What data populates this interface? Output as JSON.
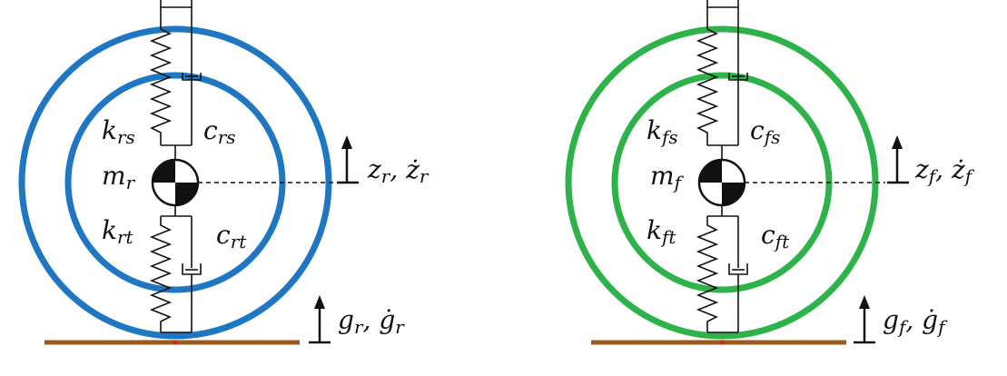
{
  "colors": {
    "rear_wheel": "#1f77c4",
    "front_wheel": "#2db34a",
    "ground": "#9c5a1c",
    "lines": "#111111",
    "contact_point": "#d62020"
  },
  "rear": {
    "spring_upper": {
      "main": "k",
      "sub": "rs"
    },
    "damper_upper": {
      "main": "c",
      "sub": "rs"
    },
    "mass": {
      "main": "m",
      "sub": "r"
    },
    "spring_lower": {
      "main": "k",
      "sub": "rt"
    },
    "damper_lower": {
      "main": "c",
      "sub": "rt"
    },
    "displacement": {
      "z_main": "z",
      "z_sub": "r",
      "sep": ",",
      "zdot_main": "ż",
      "zdot_sub": "r"
    },
    "road_input": {
      "g_main": "g",
      "g_sub": "r",
      "sep": ",",
      "gdot_main": "ġ",
      "gdot_sub": "r"
    }
  },
  "front": {
    "spring_upper": {
      "main": "k",
      "sub": "fs"
    },
    "damper_upper": {
      "main": "c",
      "sub": "fs"
    },
    "mass": {
      "main": "m",
      "sub": "f"
    },
    "spring_lower": {
      "main": "k",
      "sub": "ft"
    },
    "damper_lower": {
      "main": "c",
      "sub": "ft"
    },
    "displacement": {
      "z_main": "z",
      "z_sub": "f",
      "sep": ",",
      "zdot_main": "ż",
      "zdot_sub": "f"
    },
    "road_input": {
      "g_main": "g",
      "g_sub": "f",
      "sep": ",",
      "gdot_main": "ġ",
      "gdot_sub": "f"
    }
  }
}
